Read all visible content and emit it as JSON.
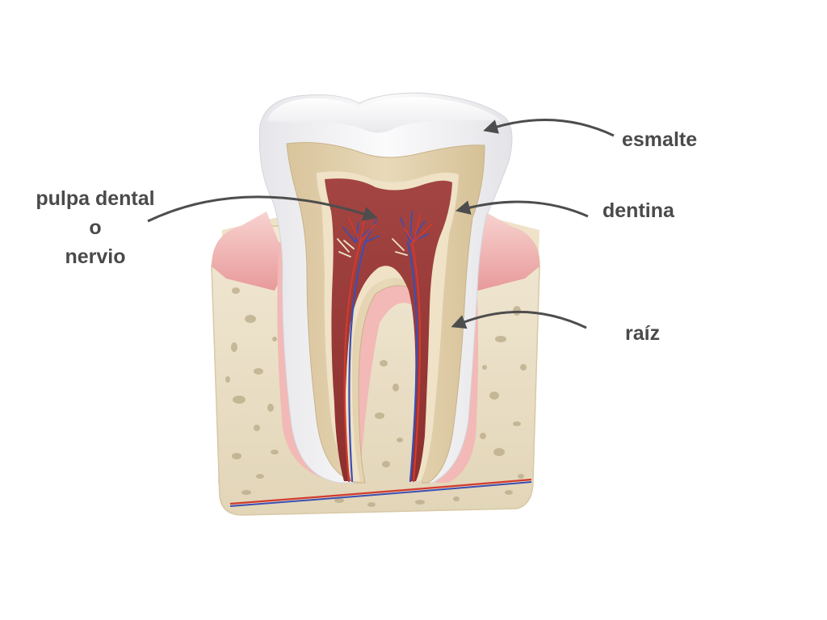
{
  "labels": {
    "pulpa_line1": "pulpa dental",
    "pulpa_line2": "o",
    "pulpa_line3": "nervio",
    "esmalte": "esmalte",
    "dentina": "dentina",
    "raiz": "raíz"
  },
  "colors": {
    "label_text": "#4a4a4a",
    "arrow": "#4d4d4d",
    "enamel": "#f4f4f6",
    "dentin": "#ddc9a4",
    "pulp": "#9a3a38",
    "gum": "#f0b8b8",
    "bone": "#ede3cc",
    "artery": "#d23a2e",
    "vein": "#3a4fb4"
  }
}
